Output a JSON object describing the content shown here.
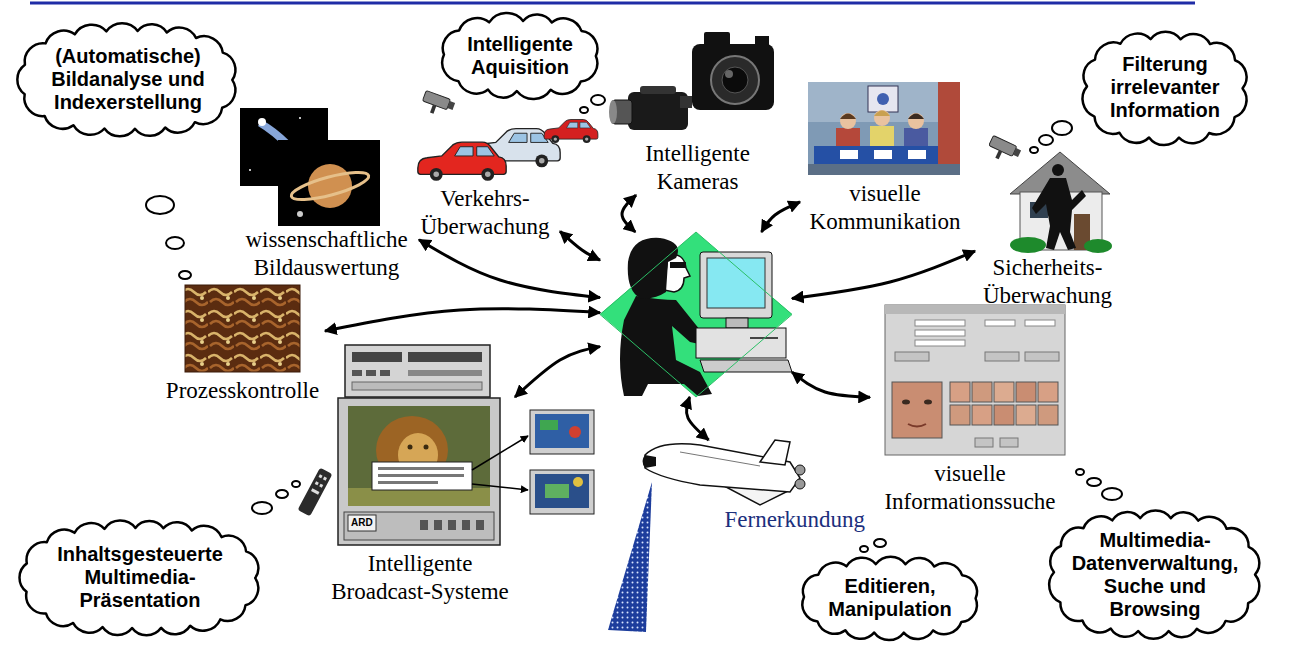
{
  "diagram": {
    "nodes": [
      {
        "text": [
          "(Automatische) Bildanalyse und Indexerstellung"
        ]
      },
      {
        "text": [
          "Intelligente Aquisition"
        ]
      },
      {
        "text": [
          "Filterung irrelevanter Information"
        ]
      },
      {
        "text": [
          "wissenschaftliche Bildauswertung"
        ]
      },
      {
        "text": [
          "Verkehrs- Überwachung"
        ]
      },
      {
        "text": [
          "Intelligente Kameras"
        ]
      },
      {
        "text": [
          "visuelle Kommunikation"
        ]
      },
      {
        "text": [
          "Sicherheits- Überwachung"
        ]
      },
      {
        "text": []
      },
      {
        "text": [
          "Prozesskontrolle"
        ]
      },
      {
        "text": [
          "Intelligente Broadcast-Systeme"
        ]
      },
      {
        "text": [
          "Fernerkundung"
        ]
      },
      {
        "text": [
          "visuelle Informationssuche"
        ]
      },
      {
        "text": [
          "Inhaltsgesteuerte Multimedia- Präsentation"
        ]
      },
      {
        "text": [
          "Editieren, Manipulation"
        ]
      },
      {
        "text": [
          "Multimedia- Datenverwaltung, Suche und Browsing"
        ]
      }
    ],
    "edges": [
      {
        "from": 8,
        "to": 3,
        "arrow": "both"
      },
      {
        "from": 8,
        "to": 4,
        "arrow": "both"
      },
      {
        "from": 8,
        "to": 5,
        "arrow": "both"
      },
      {
        "from": 8,
        "to": 6,
        "arrow": "both"
      },
      {
        "from": 8,
        "to": 7,
        "arrow": "both"
      },
      {
        "from": 8,
        "to": 9,
        "arrow": "both"
      },
      {
        "from": 8,
        "to": 10,
        "arrow": "both"
      },
      {
        "from": 8,
        "to": 11,
        "arrow": "both"
      },
      {
        "from": 8,
        "to": 12,
        "arrow": "both"
      }
    ],
    "labels": [
      "ARD"
    ]
  }
}
